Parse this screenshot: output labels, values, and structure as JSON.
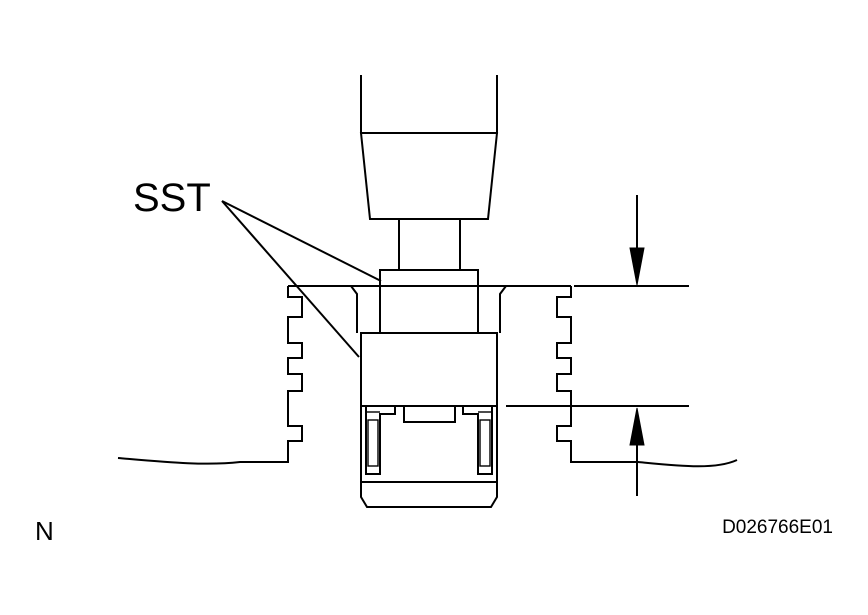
{
  "labels": {
    "sst": "SST",
    "view": "N",
    "code": "D026766E01"
  }
}
